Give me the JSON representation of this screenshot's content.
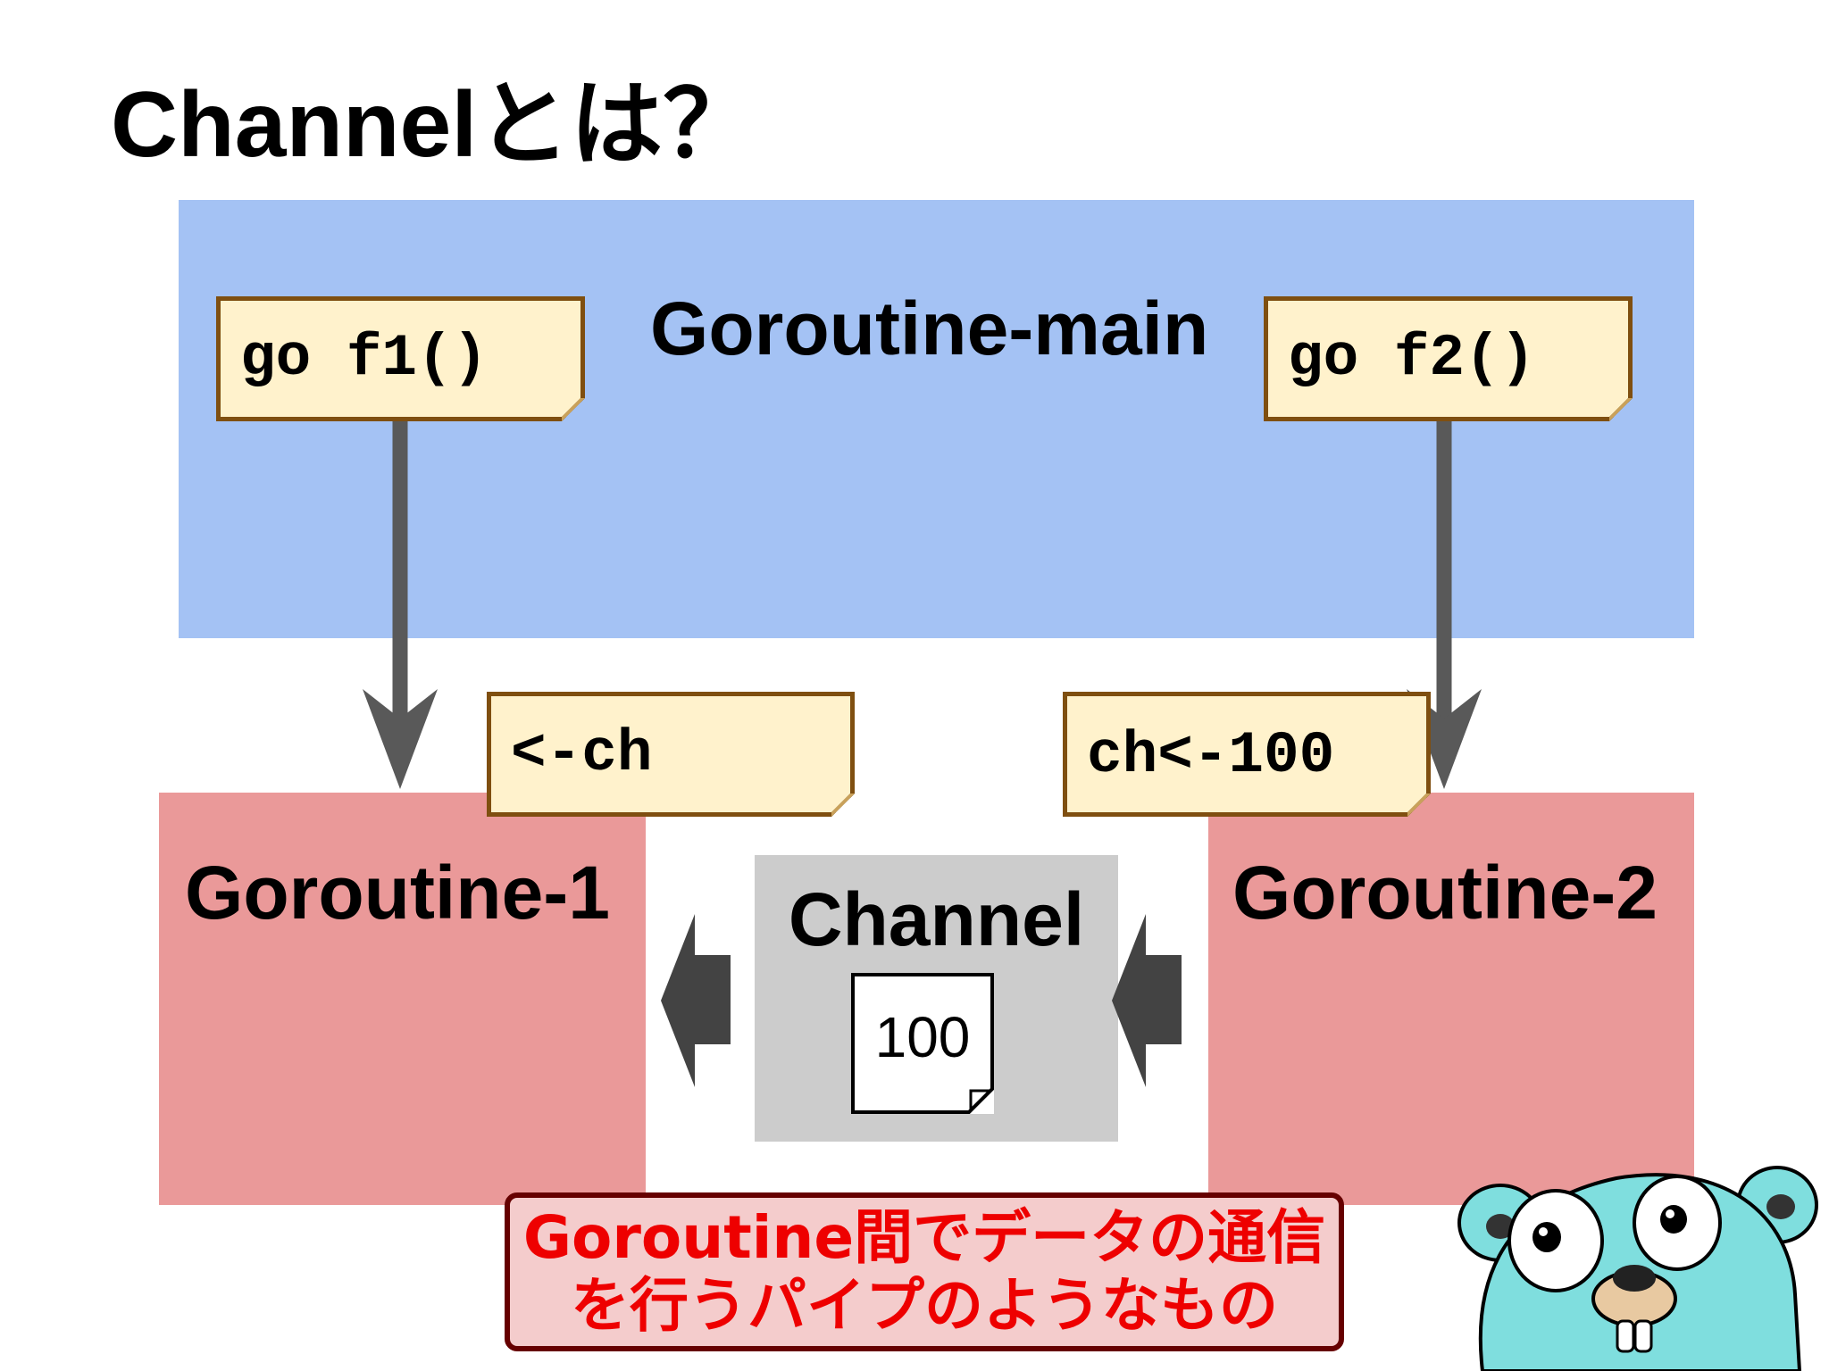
{
  "slide": {
    "title": "Channelとは？"
  },
  "diagram": {
    "regions": {
      "main": "Goroutine-main",
      "goroutine1": "Goroutine-1",
      "goroutine2": "Goroutine-2",
      "channel": "Channel"
    },
    "notes": {
      "spawn_f1": "go f1()",
      "spawn_f2": "go f2()",
      "receive": "<-ch",
      "send": "ch<-100"
    },
    "channel_value": "100",
    "caption": {
      "line1": "Goroutine間でデータの通信",
      "line2": "を行うパイプのようなもの"
    },
    "colors": {
      "main_region": "#a4c2f4",
      "goroutine_region": "#ea9999",
      "channel_region": "#cccccc",
      "note_fill": "#fff2cc",
      "note_border": "#7f4f10",
      "caption_text": "#ee0000",
      "caption_fill": "#f4cccc",
      "caption_border": "#660000",
      "arrow": "#595959",
      "flow_arrow": "#434343",
      "gopher": "#7fdede"
    },
    "icons": {
      "mascot": "go-gopher-icon"
    }
  }
}
